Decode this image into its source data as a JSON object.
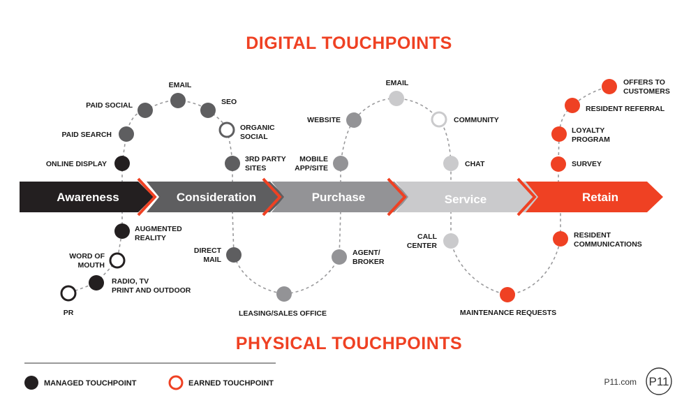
{
  "titles": {
    "digital": "DIGITAL TOUCHPOINTS",
    "physical": "PHYSICAL TOUCHPOINTS"
  },
  "colors": {
    "accent": "#ef4123",
    "black": "#231f20",
    "dark_gray": "#5e5e60",
    "mid_gray": "#939396",
    "light_gray": "#cacacc",
    "connector": "#9a9a9c"
  },
  "stages": [
    {
      "label": "Awareness",
      "color": "#231f20"
    },
    {
      "label": "Consideration",
      "color": "#5e5e60"
    },
    {
      "label": "Purchase",
      "color": "#939396"
    },
    {
      "label": "Service",
      "color": "#cacacc"
    },
    {
      "label": "Retain",
      "color": "#ef4123"
    }
  ],
  "touchpoints": {
    "online_display": [
      "ONLINE DISPLAY"
    ],
    "paid_search": [
      "PAID SEARCH"
    ],
    "paid_social": [
      "PAID SOCIAL"
    ],
    "email_1": [
      "EMAIL"
    ],
    "seo": [
      "SEO"
    ],
    "organic_social": [
      "ORGANIC",
      "SOCIAL"
    ],
    "third_party_sites": [
      "3RD PARTY",
      "SITES"
    ],
    "augmented_reality": [
      "AUGMENTED",
      "REALITY"
    ],
    "word_of_mouth": [
      "WORD OF",
      "MOUTH"
    ],
    "radio_tv": [
      "RADIO, TV",
      "PRINT AND OUTDOOR"
    ],
    "pr": [
      "PR"
    ],
    "direct_mail": [
      "DIRECT",
      "MAIL"
    ],
    "leasing_office": [
      "LEASING/SALES OFFICE"
    ],
    "agent_broker": [
      "AGENT/",
      "BROKER"
    ],
    "mobile_app": [
      "MOBILE",
      "APP/SITE"
    ],
    "website": [
      "WEBSITE"
    ],
    "email_2": [
      "EMAIL"
    ],
    "community": [
      "COMMUNITY"
    ],
    "chat": [
      "CHAT"
    ],
    "call_center": [
      "CALL",
      "CENTER"
    ],
    "maintenance_requests": [
      "MAINTENANCE REQUESTS"
    ],
    "resident_communications": [
      "RESIDENT",
      "COMMUNICATIONS"
    ],
    "survey": [
      "SURVEY"
    ],
    "loyalty_program": [
      "LOYALTY",
      "PROGRAM"
    ],
    "resident_referral": [
      "RESIDENT REFERRAL"
    ],
    "offers_to_customers": [
      "OFFERS TO",
      "CUSTOMERS"
    ]
  },
  "legend": {
    "managed": "MANAGED TOUCHPOINT",
    "earned": "EARNED TOUCHPOINT"
  },
  "brand": {
    "url": "P11.com",
    "mark": "P11"
  }
}
